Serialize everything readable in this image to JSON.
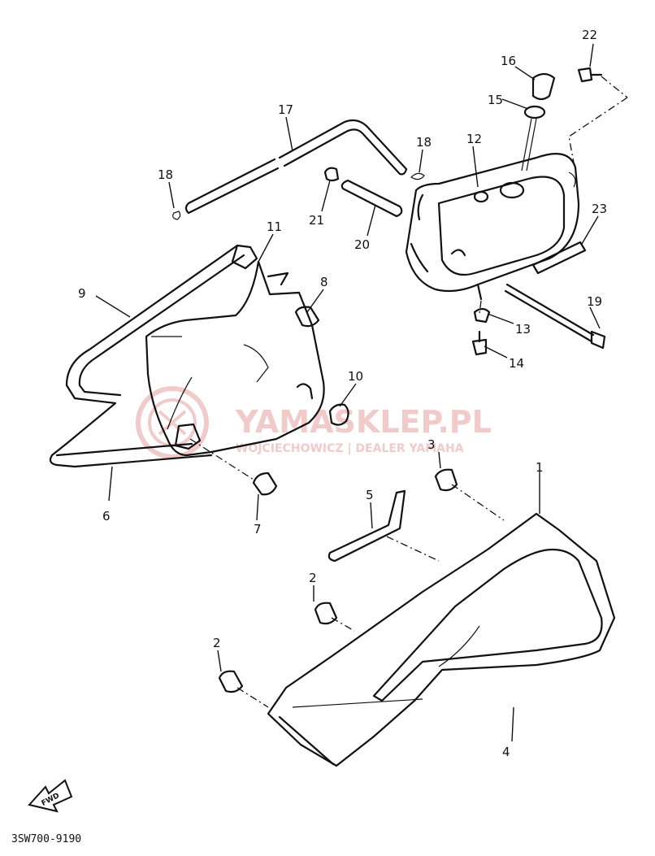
{
  "diagram_code": "3SW700-9190",
  "watermark": {
    "brand": "YAMASKLEP.PL",
    "tagline": "WOJCIECHOWICZ | DEALER YAMAHA",
    "color": "#e6a0a0"
  },
  "front_marker": "FWD",
  "callouts": [
    "1",
    "2",
    "2",
    "3",
    "4",
    "5",
    "6",
    "7",
    "8",
    "9",
    "10",
    "11",
    "12",
    "13",
    "14",
    "15",
    "16",
    "17",
    "18",
    "18",
    "19",
    "20",
    "21",
    "22",
    "23"
  ]
}
